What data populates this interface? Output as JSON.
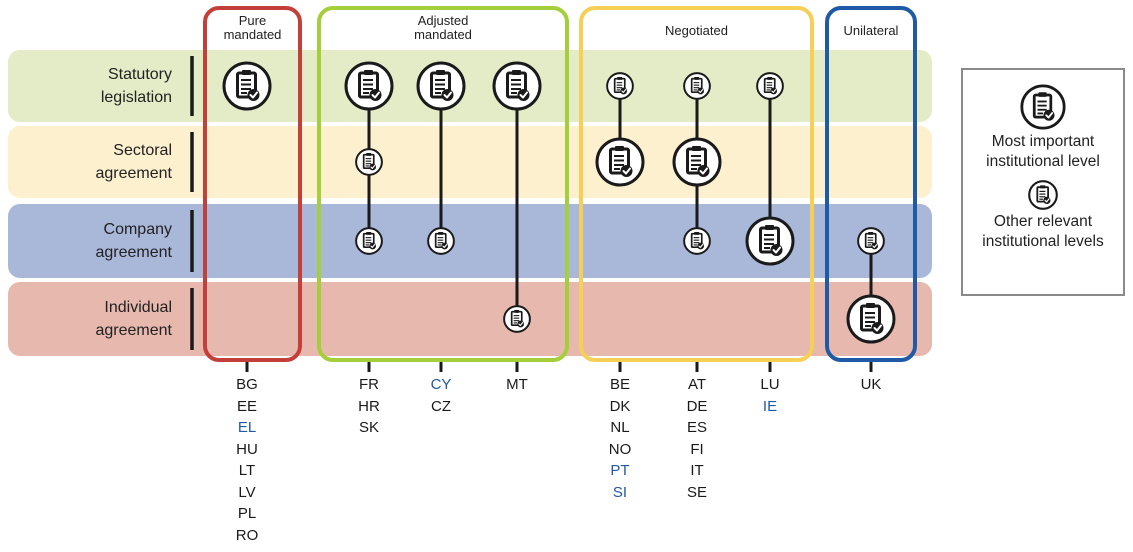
{
  "colors": {
    "statutory": "#e3ecc7",
    "sectoral": "#fcf0cf",
    "company": "#a9b7d9",
    "individual": "#e7b8ae",
    "pure_mandated": "#c3403a",
    "adjusted_mandated": "#a5cf3a",
    "negotiated": "#f6cf57",
    "unilateral": "#1e5aa6",
    "highlight_country": "#1e5aa6"
  },
  "rows": [
    {
      "key": "statutory",
      "label_line1": "Statutory",
      "label_line2": "legislation"
    },
    {
      "key": "sectoral",
      "label_line1": "Sectoral",
      "label_line2": "agreement"
    },
    {
      "key": "company",
      "label_line1": "Company",
      "label_line2": "agreement"
    },
    {
      "key": "individual",
      "label_line1": "Individual",
      "label_line2": "agreement"
    }
  ],
  "groups": [
    {
      "key": "pure_mandated",
      "title_line1": "Pure",
      "title_line2": "mandated"
    },
    {
      "key": "adjusted_mandated",
      "title_line1": "Adjusted",
      "title_line2": "mandated"
    },
    {
      "key": "negotiated",
      "title_line1": "Negotiated",
      "title_line2": ""
    },
    {
      "key": "unilateral",
      "title_line1": "Unilateral",
      "title_line2": ""
    }
  ],
  "columns": [
    {
      "group": "pure_mandated",
      "levels": {
        "statutory": "most"
      },
      "countries": [
        {
          "code": "BG",
          "highlight": false
        },
        {
          "code": "EE",
          "highlight": false
        },
        {
          "code": "EL",
          "highlight": true
        },
        {
          "code": "HU",
          "highlight": false
        },
        {
          "code": "LT",
          "highlight": false
        },
        {
          "code": "LV",
          "highlight": false
        },
        {
          "code": "PL",
          "highlight": false
        },
        {
          "code": "RO",
          "highlight": false
        }
      ]
    },
    {
      "group": "adjusted_mandated",
      "levels": {
        "statutory": "most",
        "sectoral": "other",
        "company": "other"
      },
      "countries": [
        {
          "code": "FR",
          "highlight": false
        },
        {
          "code": "HR",
          "highlight": false
        },
        {
          "code": "SK",
          "highlight": false
        }
      ]
    },
    {
      "group": "adjusted_mandated",
      "levels": {
        "statutory": "most",
        "company": "other"
      },
      "countries": [
        {
          "code": "CY",
          "highlight": true
        },
        {
          "code": "CZ",
          "highlight": false
        }
      ]
    },
    {
      "group": "adjusted_mandated",
      "levels": {
        "statutory": "most",
        "individual": "other"
      },
      "countries": [
        {
          "code": "MT",
          "highlight": false
        }
      ]
    },
    {
      "group": "negotiated",
      "levels": {
        "statutory": "other",
        "sectoral": "most"
      },
      "countries": [
        {
          "code": "BE",
          "highlight": false
        },
        {
          "code": "DK",
          "highlight": false
        },
        {
          "code": "NL",
          "highlight": false
        },
        {
          "code": "NO",
          "highlight": false
        },
        {
          "code": "PT",
          "highlight": true
        },
        {
          "code": "SI",
          "highlight": true
        }
      ]
    },
    {
      "group": "negotiated",
      "levels": {
        "statutory": "other",
        "sectoral": "most",
        "company": "other"
      },
      "countries": [
        {
          "code": "AT",
          "highlight": false
        },
        {
          "code": "DE",
          "highlight": false
        },
        {
          "code": "ES",
          "highlight": false
        },
        {
          "code": "FI",
          "highlight": false
        },
        {
          "code": "IT",
          "highlight": false
        },
        {
          "code": "SE",
          "highlight": false
        }
      ]
    },
    {
      "group": "negotiated",
      "levels": {
        "statutory": "other",
        "company": "most"
      },
      "countries": [
        {
          "code": "LU",
          "highlight": false
        },
        {
          "code": "IE",
          "highlight": true
        }
      ]
    },
    {
      "group": "unilateral",
      "levels": {
        "company": "other",
        "individual": "most"
      },
      "countries": [
        {
          "code": "UK",
          "highlight": false
        }
      ]
    }
  ],
  "legend": {
    "most_line1": "Most important",
    "most_line2": "institutional level",
    "other_line1": "Other relevant",
    "other_line2": "institutional levels",
    "most_icon": "clipboard-check-icon",
    "other_icon": "clipboard-check-icon"
  }
}
